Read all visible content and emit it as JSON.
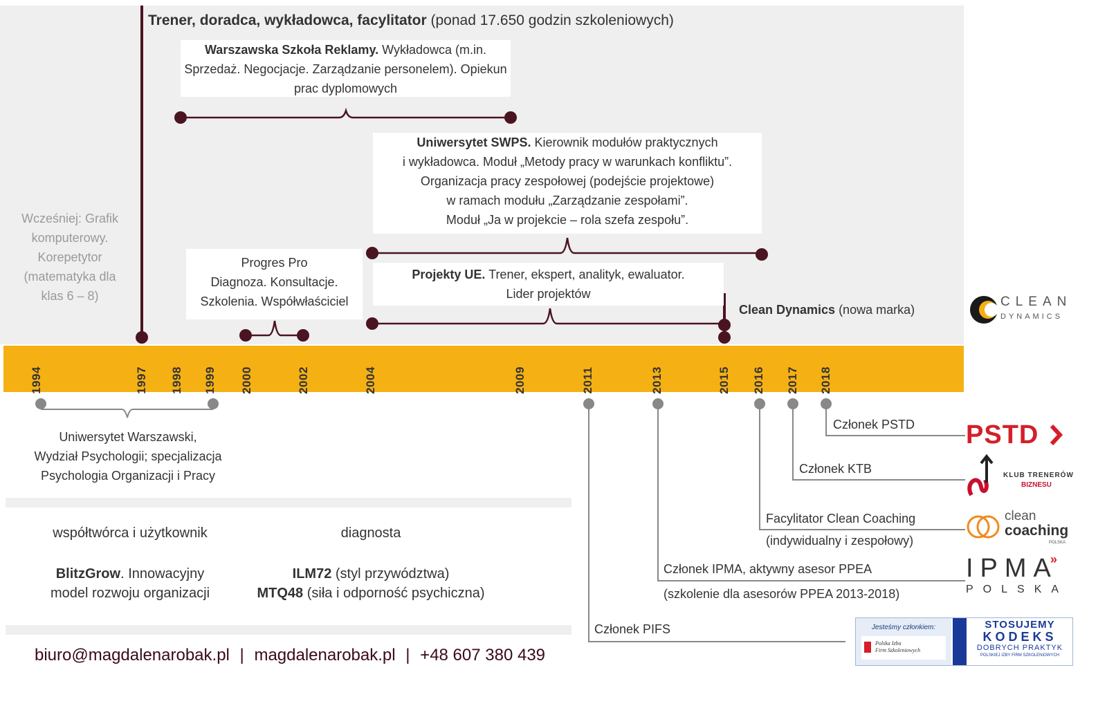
{
  "colors": {
    "bar": "#f5b014",
    "maroon": "#4a1420",
    "gray_line": "#888888",
    "panel": "#efefef"
  },
  "header": {
    "title_bold": "Trener, doradca, wykładowca, facylitator",
    "title_rest": " (ponad 17.650 godzin szkoleniowych)"
  },
  "earlier": {
    "text": "Wcześniej: Grafik komputerowy. Korepetytor (matematyka dla klas 6 – 8)"
  },
  "boxes": {
    "wsr": {
      "bold": "Warszawska Szkoła Reklamy.",
      "rest": " Wykładowca (m.in. Sprzedaż. Negocjacje. Zarządzanie personelem). Opiekun prac dyplomowych"
    },
    "swps": {
      "bold": "Uniwersytet SWPS.",
      "line1": " Kierownik modułów praktycznych",
      "line2": "i wykładowca. Moduł „Metody pracy w warunkach konfliktu”.",
      "line3": "Organizacja pracy zespołowej (podejście projektowe)",
      "line4": "w ramach modułu „Zarządzanie zespołami”.",
      "line5": "Moduł „Ja w projekcie – rola szefa zespołu”."
    },
    "progres": {
      "line1": "Progres Pro",
      "line2": "Diagnoza. Konsultacje.",
      "line3": "Szkolenia. Współwłaściciel"
    },
    "ue": {
      "bold": "Projekty UE.",
      "line1": " Trener, ekspert, analityk, ewaluator.",
      "line2": "Lider projektów"
    },
    "clean": {
      "bold": "Clean Dynamics",
      "rest": " (nowa marka)"
    }
  },
  "years": [
    "1994",
    "1997",
    "1998",
    "1999",
    "2000",
    "2002",
    "2004",
    "2009",
    "2011",
    "2013",
    "2015",
    "2016",
    "2017",
    "2018"
  ],
  "education": {
    "line1": "Uniwersytet Warszawski,",
    "line2": "Wydział Psychologii; specjalizacja",
    "line3": "Psychologia Organizacji i Pracy"
  },
  "tools": {
    "col1_head": "współtwórca i użytkownik",
    "col2_head": "diagnosta",
    "blitz_bold": "BlitzGrow",
    "blitz_rest": ". Innowacyjny",
    "blitz_line2": "model rozwoju organizacji",
    "ilm_bold": "ILM72",
    "ilm_rest": " (styl przywództwa)",
    "mtq_bold": "MTQ48",
    "mtq_rest": " (siła i odporność psychiczna)"
  },
  "memberships": {
    "pstd": "Członek PSTD",
    "ktb": "Członek KTB",
    "clean1": "Facylitator Clean Coaching",
    "clean2": "(indywidualny i zespołowy)",
    "ipma1": "Członek IPMA, aktywny asesor PPEA",
    "ipma2": "(szkolenie dla asesorów PPEA 2013-2018)",
    "pifs": "Członek PIFS"
  },
  "logos": {
    "clean_dynamics_1": "CLEAN",
    "clean_dynamics_2": "DYNAMICS",
    "pstd": "PSTD",
    "ktb_1": "KLUB TRENERÓW",
    "ktb_2": "BIZNESU",
    "cc_1": "clean",
    "cc_2": "coaching",
    "cc_3": "POLSKA",
    "ipma_1": "IPMA",
    "ipma_2": "POLSKA",
    "pifs_1": "Jesteśmy członkiem:",
    "pifs_2": "Polska Izba",
    "pifs_3": "Firm Szkoleniowych",
    "kodeks_1": "STOSUJEMY",
    "kodeks_2": "KODEKS",
    "kodeks_3": "DOBRYCH PRAKTYK",
    "kodeks_4": "POLSKIEJ IZBY FIRM SZKOLENIOWYCH"
  },
  "contact": {
    "email": "biuro@magdalenarobak.pl",
    "sep": "|",
    "site": "magdalenarobak.pl",
    "phone": "+48 607 380 439"
  }
}
